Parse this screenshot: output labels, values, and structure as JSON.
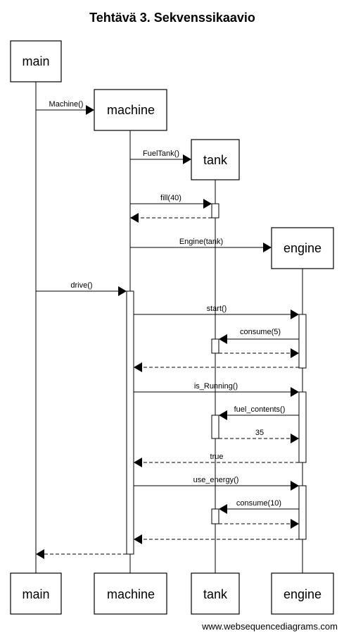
{
  "title": "Tehtävä 3. Sekvenssikaavio",
  "participants": {
    "main": "main",
    "machine": "machine",
    "tank": "tank",
    "engine": "engine"
  },
  "messages": [
    {
      "from": "main",
      "to": "machine",
      "label": "Machine()",
      "kind": "create"
    },
    {
      "from": "machine",
      "to": "tank",
      "label": "FuelTank()",
      "kind": "create"
    },
    {
      "from": "machine",
      "to": "tank",
      "label": "fill(40)",
      "kind": "call"
    },
    {
      "from": "tank",
      "to": "machine",
      "label": "",
      "kind": "return"
    },
    {
      "from": "machine",
      "to": "engine",
      "label": "Engine(tank)",
      "kind": "create"
    },
    {
      "from": "main",
      "to": "machine",
      "label": "drive()",
      "kind": "call"
    },
    {
      "from": "machine",
      "to": "engine",
      "label": "start()",
      "kind": "call"
    },
    {
      "from": "engine",
      "to": "tank",
      "label": "consume(5)",
      "kind": "call"
    },
    {
      "from": "tank",
      "to": "engine",
      "label": "",
      "kind": "return"
    },
    {
      "from": "engine",
      "to": "machine",
      "label": "",
      "kind": "return"
    },
    {
      "from": "machine",
      "to": "engine",
      "label": "is_Running()",
      "kind": "call"
    },
    {
      "from": "engine",
      "to": "tank",
      "label": "fuel_contents()",
      "kind": "call"
    },
    {
      "from": "tank",
      "to": "engine",
      "label": "35",
      "kind": "return"
    },
    {
      "from": "engine",
      "to": "machine",
      "label": "true",
      "kind": "return"
    },
    {
      "from": "machine",
      "to": "engine",
      "label": "use_energy()",
      "kind": "call"
    },
    {
      "from": "engine",
      "to": "tank",
      "label": "consume(10)",
      "kind": "call"
    },
    {
      "from": "tank",
      "to": "engine",
      "label": "",
      "kind": "return"
    },
    {
      "from": "engine",
      "to": "machine",
      "label": "",
      "kind": "return"
    },
    {
      "from": "machine",
      "to": "main",
      "label": "",
      "kind": "return"
    }
  ],
  "footer": "www.websequencediagrams.com"
}
